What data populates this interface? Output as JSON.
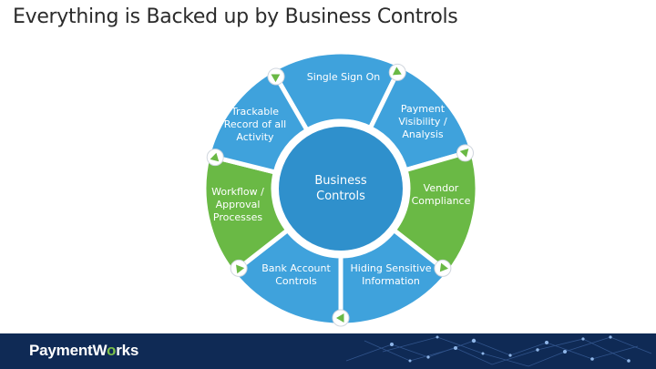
{
  "title": "Everything is Backed up by Business Controls",
  "center": {
    "label": "Business\nControls"
  },
  "segments": [
    {
      "label": "Single Sign On",
      "color": "#3fa2dc"
    },
    {
      "label": "Payment\nVisibility /\nAnalysis",
      "color": "#3fa2dc"
    },
    {
      "label": "Vendor\nCompliance",
      "color": "#6ab945"
    },
    {
      "label": "Hiding Sensitive\nInformation",
      "color": "#3fa2dc"
    },
    {
      "label": "Bank Account\nControls",
      "color": "#3fa2dc"
    },
    {
      "label": "Workflow /\nApproval\nProcesses",
      "color": "#6ab945"
    },
    {
      "label": "Trackable\nRecord of all\nActivity",
      "color": "#3fa2dc"
    }
  ],
  "colors": {
    "blue": "#3fa2dc",
    "green": "#6ab945",
    "center": "#2f90cc",
    "footer": "#0f2a55"
  },
  "footer": {
    "logo_prefix": "PaymentW",
    "logo_o": "o",
    "logo_suffix": "rks"
  }
}
